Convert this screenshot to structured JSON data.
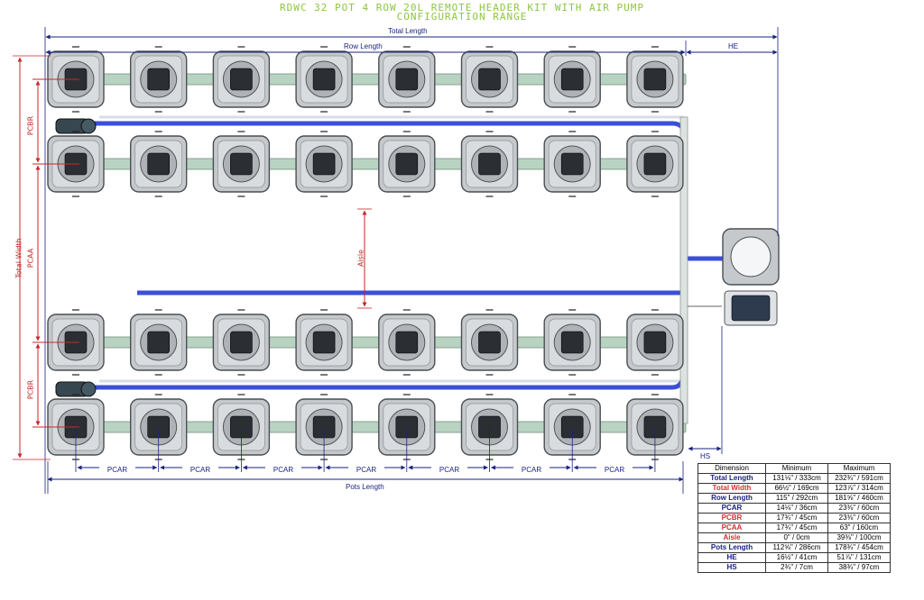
{
  "title_line1": "RDWC 32 POT 4 ROW 20L REMOTE HEADER KIT WITH AIR PUMP",
  "title_line2": "CONFIGURATION RANGE",
  "labels": {
    "total_length": "Total Length",
    "row_length": "Row Length",
    "he": "HE",
    "hs": "HS",
    "pots_length": "Pots Length",
    "total_width": "Total Width",
    "pcbr": "PCBR",
    "pcaa": "PCAA",
    "aisle": "Aisle",
    "pcar": "PCAR"
  },
  "layout": {
    "rows": 4,
    "pots_per_row": 8
  },
  "colors": {
    "tube": "#3b4fd8",
    "pot": "#c5c9cc",
    "dim_blue": "#1a237e",
    "dim_red": "#c62828",
    "title": "#8cc63f"
  },
  "table": {
    "headers": [
      "Dimension",
      "Minimum",
      "Maximum"
    ],
    "rows": [
      {
        "name": "Total Length",
        "min": "131⅛\" / 333cm",
        "max": "232¾\" / 591cm",
        "color": "blue"
      },
      {
        "name": "Total Width",
        "min": "66½\" / 169cm",
        "max": "123⅞\" / 314cm",
        "color": "red"
      },
      {
        "name": "Row Length",
        "min": "115\" / 292cm",
        "max": "181⅝\" / 460cm",
        "color": "blue"
      },
      {
        "name": "PCAR",
        "min": "14⅛\" / 36cm",
        "max": "23⅜\" / 60cm",
        "color": "blue"
      },
      {
        "name": "PCBR",
        "min": "17¾\" / 45cm",
        "max": "23⅜\" / 60cm",
        "color": "red"
      },
      {
        "name": "PCAA",
        "min": "17¾\" / 45cm",
        "max": "63\" / 160cm",
        "color": "red"
      },
      {
        "name": "Aisle",
        "min": "0\" / 0cm",
        "max": "39⅜\" / 100cm",
        "color": "red"
      },
      {
        "name": "Pots Length",
        "min": "112⅝\" / 286cm",
        "max": "178¾\" / 454cm",
        "color": "blue"
      },
      {
        "name": "HE",
        "min": "16½\" / 41cm",
        "max": "51⅞\" / 131cm",
        "color": "blue"
      },
      {
        "name": "HS",
        "min": "2¾\" / 7cm",
        "max": "38¾\" / 97cm",
        "color": "blue"
      }
    ]
  }
}
